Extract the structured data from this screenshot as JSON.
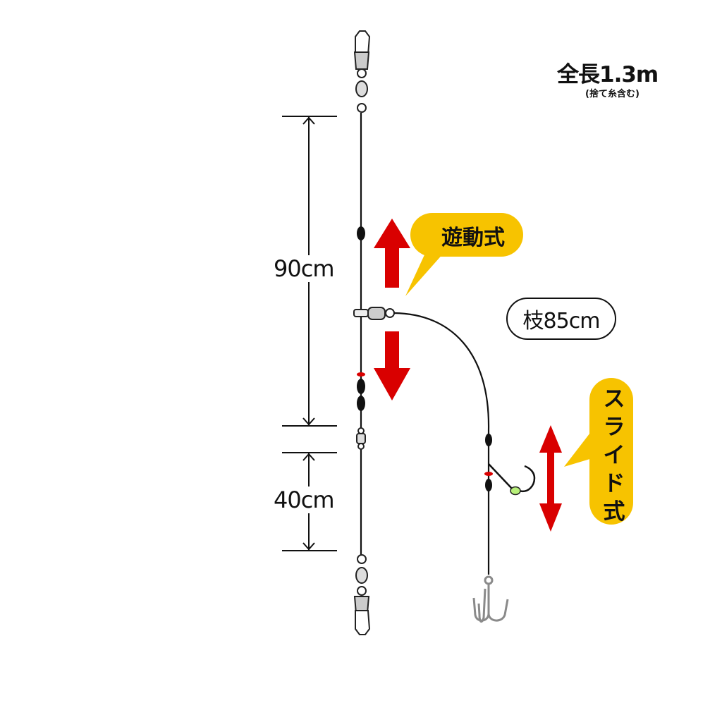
{
  "title": {
    "total_length": "全長1.3m",
    "note": "(捨て糸含む)"
  },
  "dimensions": {
    "upper": "90cm",
    "lower": "40cm"
  },
  "branch_label": "枝85cm",
  "callouts": {
    "sliding_float": "遊動式",
    "slide": "スライド式"
  },
  "colors": {
    "line": "#111111",
    "arrow_red": "#d90000",
    "callout_yellow": "#f7c300",
    "glow_bead": "#b8f07a",
    "hook_gray": "#8a8a8a",
    "swivel_gray": "#d6d6d6"
  }
}
